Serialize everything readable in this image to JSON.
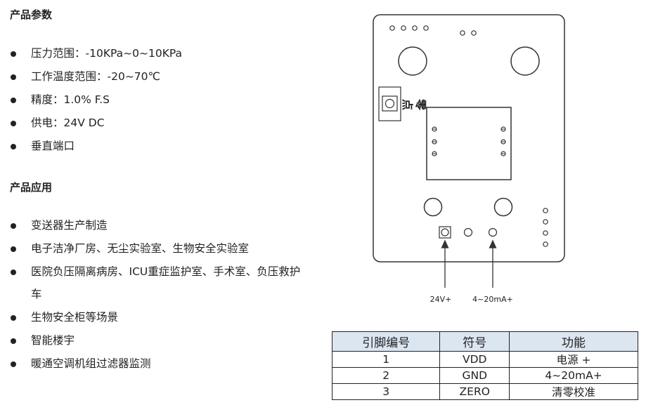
{
  "specs": {
    "title": "产品参数",
    "items": [
      "压力范围：-10KPa~0~10KPa",
      "工作温度范围：-20~70℃",
      "精度：1.0% F.S",
      "供电：24V DC",
      "垂直端口"
    ]
  },
  "applications": {
    "title": "产品应用",
    "items": [
      "变送器生产制造",
      "电子洁净厂房、无尘实验室、生物安全实验室",
      "医院负压隔离病房、ICU重症监护室、手术室、负压救护车",
      "生物安全柜等场景",
      "智能楼宇",
      "暖通空调机组过滤器监测"
    ]
  },
  "diagram": {
    "zero_label": "零点",
    "arrow_left_label": "24V+",
    "arrow_right_label": "4~20mA+"
  },
  "pin_table": {
    "headers": [
      "引脚编号",
      "符号",
      "功能"
    ],
    "rows": [
      [
        "1",
        "VDD",
        "电源 +"
      ],
      [
        "2",
        "GND",
        "4~20mA+"
      ],
      [
        "3",
        "ZERO",
        "清零校准"
      ]
    ]
  },
  "colors": {
    "table_header_bg": "#dce6f1",
    "line": "#333333"
  }
}
